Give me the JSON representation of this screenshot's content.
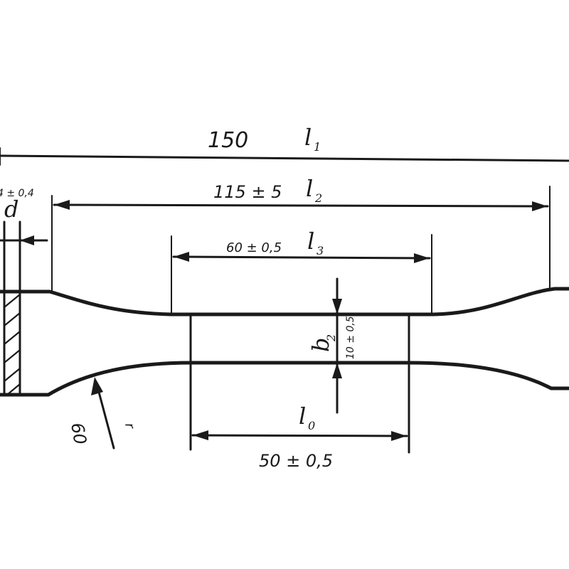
{
  "dimensions": {
    "overall_length": {
      "value": "150",
      "symbol": "l",
      "subscript": "1"
    },
    "grip_distance": {
      "value": "115 ± 5",
      "symbol": "l",
      "subscript": "2"
    },
    "narrow_length": {
      "value": "60 ± 0,5",
      "symbol": "l",
      "subscript": "3"
    },
    "gauge_length": {
      "value": "50 ± 0,5",
      "symbol": "l",
      "subscript": "0"
    },
    "width": {
      "value": "10 ± 0,5",
      "symbol": "b",
      "subscript": "2"
    },
    "thickness": {
      "value": "4 ± 0,4",
      "symbol": "d"
    },
    "radius": {
      "value": "60",
      "symbol": "r"
    }
  }
}
